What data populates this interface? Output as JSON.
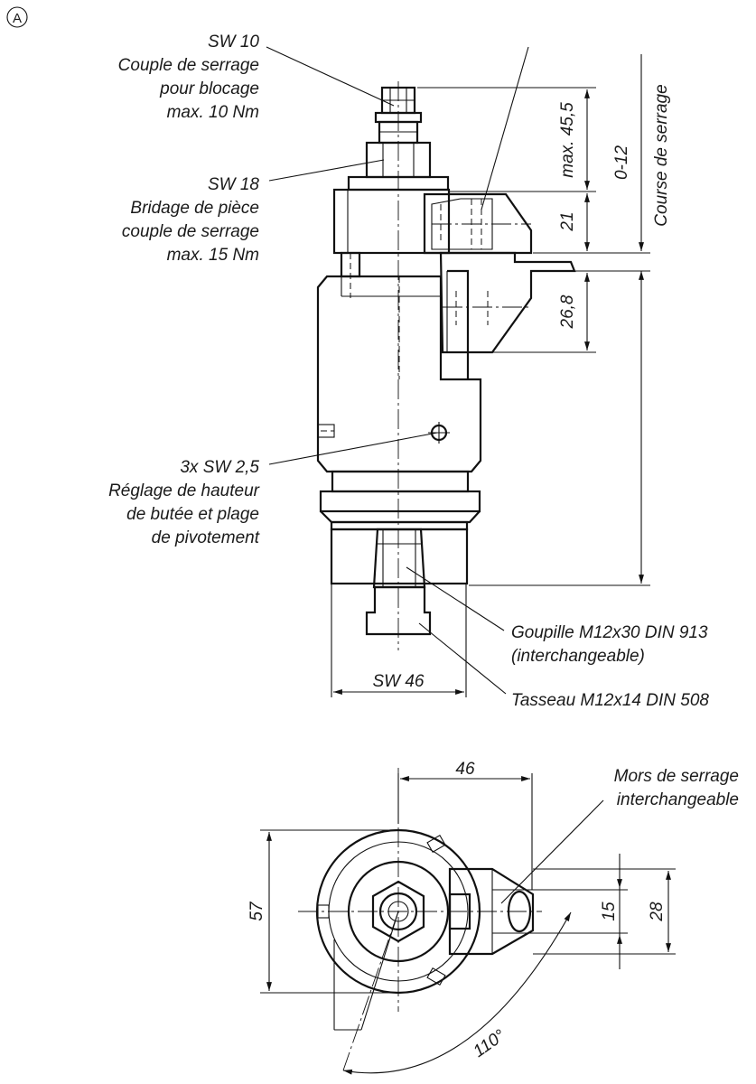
{
  "view_marker": "A",
  "labels": {
    "sw10": [
      "SW 10",
      "Couple de serrage",
      "pour blocage",
      "max. 10 Nm"
    ],
    "sw18": [
      "SW 18",
      "Bridage de pièce",
      "couple de serrage",
      "max. 15 Nm"
    ],
    "sw25": [
      "3x SW 2,5",
      "Réglage de hauteur",
      "de butée et plage",
      "de pivotement"
    ],
    "goupille": [
      "Goupille M12x30 DIN 913",
      "(interchangeable)"
    ],
    "tasseau": "Tasseau M12x14 DIN 508",
    "sw46": "SW 46",
    "mors": [
      "Mors de serrage",
      "interchangeable"
    ]
  },
  "dimensions": {
    "max45": "max. 45,5",
    "d21": "21",
    "d268": "26,8",
    "stroke_range": "0-12",
    "stroke_label": "Course de serrage",
    "d46": "46",
    "d57": "57",
    "d15": "15",
    "d28": "28",
    "angle": "110°"
  }
}
